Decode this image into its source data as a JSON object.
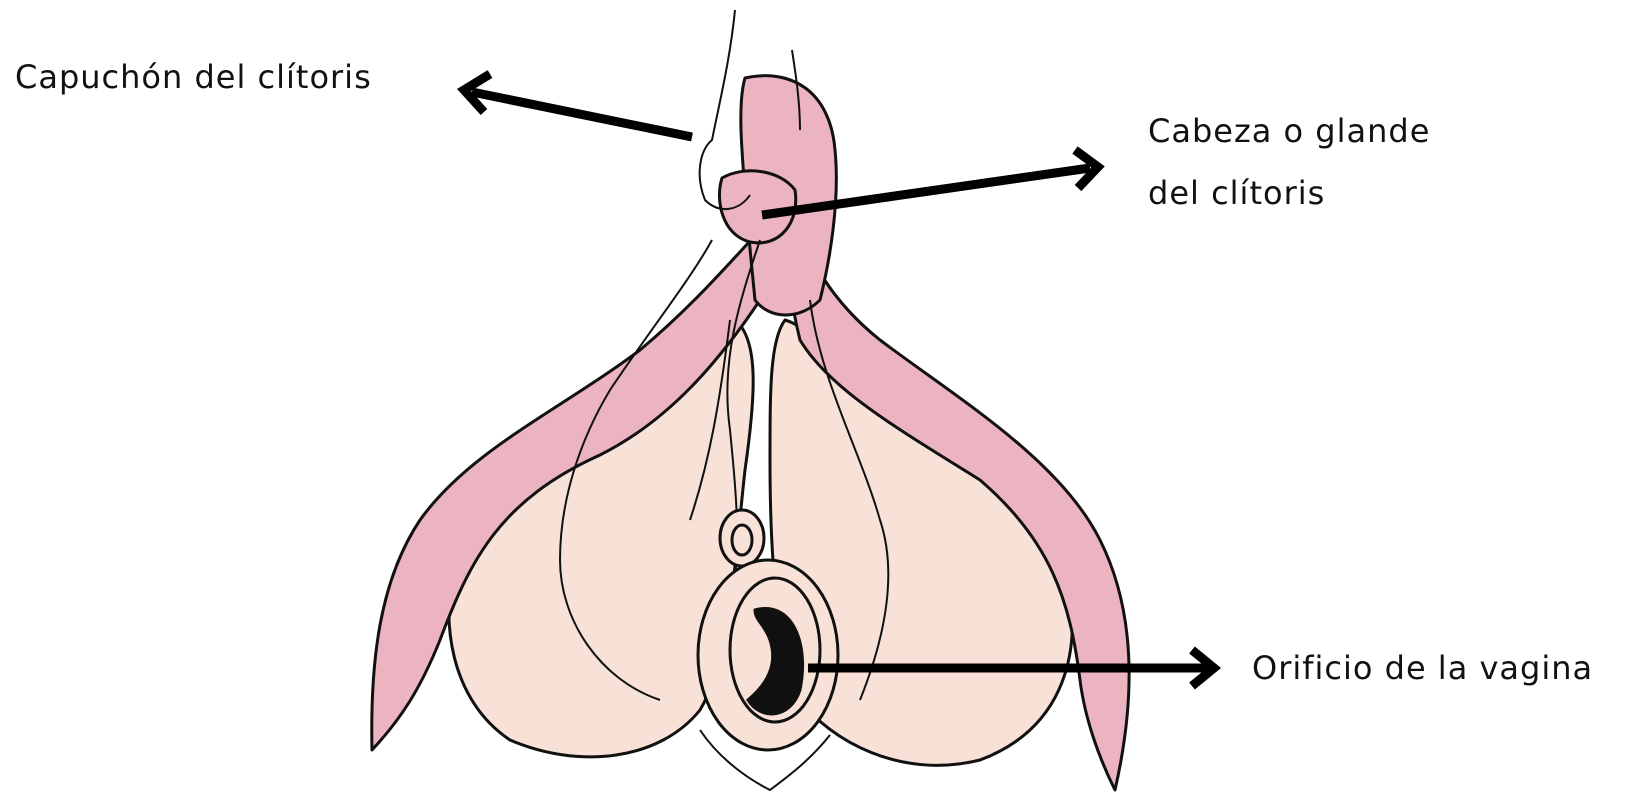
{
  "labels": {
    "hood": "Capuchón del clítoris",
    "glans_line1": "Cabeza o glande",
    "glans_line2": "del clítoris",
    "vagina": "Orificio de la vagina"
  },
  "colors": {
    "crura_pink": "#ecb4c0",
    "bulb_skin": "#f8e2d8",
    "outline": "#111111",
    "arrow": "#000000"
  }
}
